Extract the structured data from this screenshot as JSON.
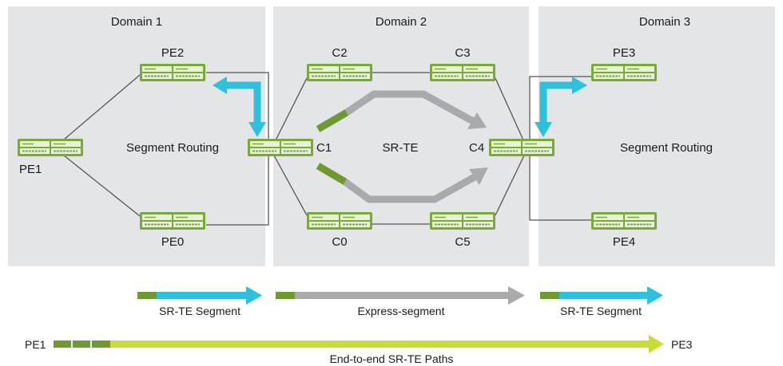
{
  "domains": [
    {
      "title": "Domain 1",
      "protocol": "Segment Routing"
    },
    {
      "title": "Domain 2",
      "protocol": "SR-TE"
    },
    {
      "title": "Domain 3",
      "protocol": "Segment Routing"
    }
  ],
  "routers": {
    "pe1": "PE1",
    "pe2": "PE2",
    "pe0": "PE0",
    "c1": "C1",
    "c2": "C2",
    "c3": "C3",
    "c4": "C4",
    "c0": "C0",
    "c5": "C5",
    "pe3": "PE3",
    "pe4": "PE4"
  },
  "legend": {
    "segment1": "SR-TE Segment",
    "express": "Express-segment",
    "segment3": "SR-TE Segment",
    "e2e_start": "PE1",
    "e2e_end": "PE3",
    "e2e_label": "End-to-end SR-TE Paths"
  },
  "colors": {
    "domain_bg": "#e4e5e6",
    "router_green": "#7aa83a",
    "sr_blue": "#2fc0dc",
    "express_grey": "#a9aaab",
    "segment_green": "#6e9a31",
    "e2e_lime": "#c8dd3c"
  }
}
